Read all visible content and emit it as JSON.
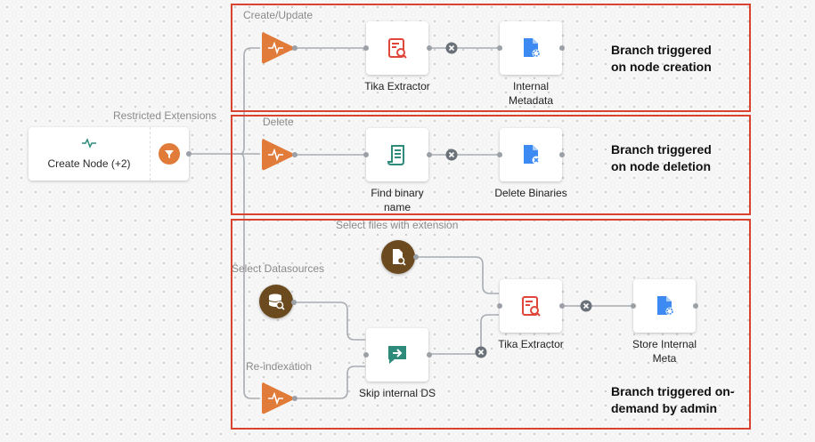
{
  "trigger": {
    "label": "Create Node (+2)",
    "extensions_label": "Restricted Extensions"
  },
  "branches": [
    {
      "title": "Create/Update",
      "note": "Branch triggered\non node creation"
    },
    {
      "title": "Delete",
      "note": "Branch triggered\non node deletion"
    },
    {
      "title": "",
      "note": "Branch triggered on-\ndemand by admin"
    }
  ],
  "nodes": {
    "tika1": "Tika Extractor",
    "meta1": "Internal\nMetadata",
    "findbin": "Find binary\nname",
    "delbin": "Delete Binaries",
    "tika2": "Tika Extractor",
    "storemeta": "Store Internal\nMeta",
    "skipds": "Skip internal DS"
  },
  "connection_labels": {
    "select_files": "Select files with extension",
    "select_ds": "Select Datasources",
    "reindex": "Re-indexation"
  },
  "colors": {
    "trigger": "#e07b39",
    "branch_border": "#d9432f",
    "circle": "#6b4a1f",
    "tika": "#e0463a",
    "meta": "#3d8bf2",
    "find": "#2e8b7a"
  }
}
